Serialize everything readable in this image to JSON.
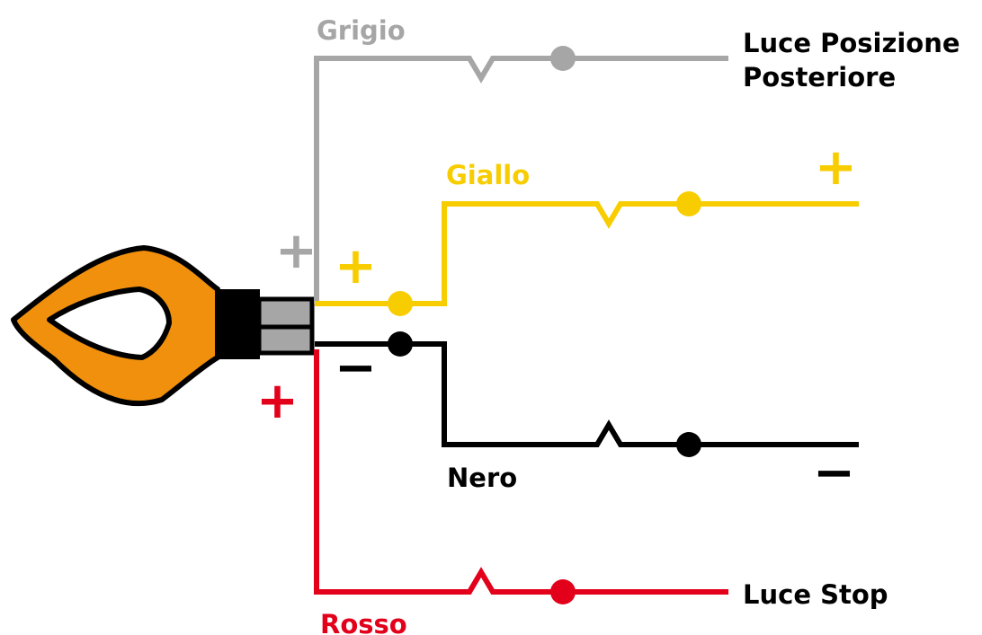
{
  "wires": {
    "grey": {
      "label": "Grigio",
      "color": "#a6a6a6"
    },
    "yellow": {
      "label": "Giallo",
      "color": "#f8cd00"
    },
    "black": {
      "label": "Nero",
      "color": "#000000"
    },
    "red": {
      "label": "Rosso",
      "color": "#e2001a"
    }
  },
  "terminals": {
    "tail_light_line1": "Luce Posizione",
    "tail_light_line2": "Posteriore",
    "stop_light": "Luce Stop"
  },
  "polarity": {
    "plus": "+",
    "minus": "−"
  },
  "indicator_color": "#f0900c"
}
